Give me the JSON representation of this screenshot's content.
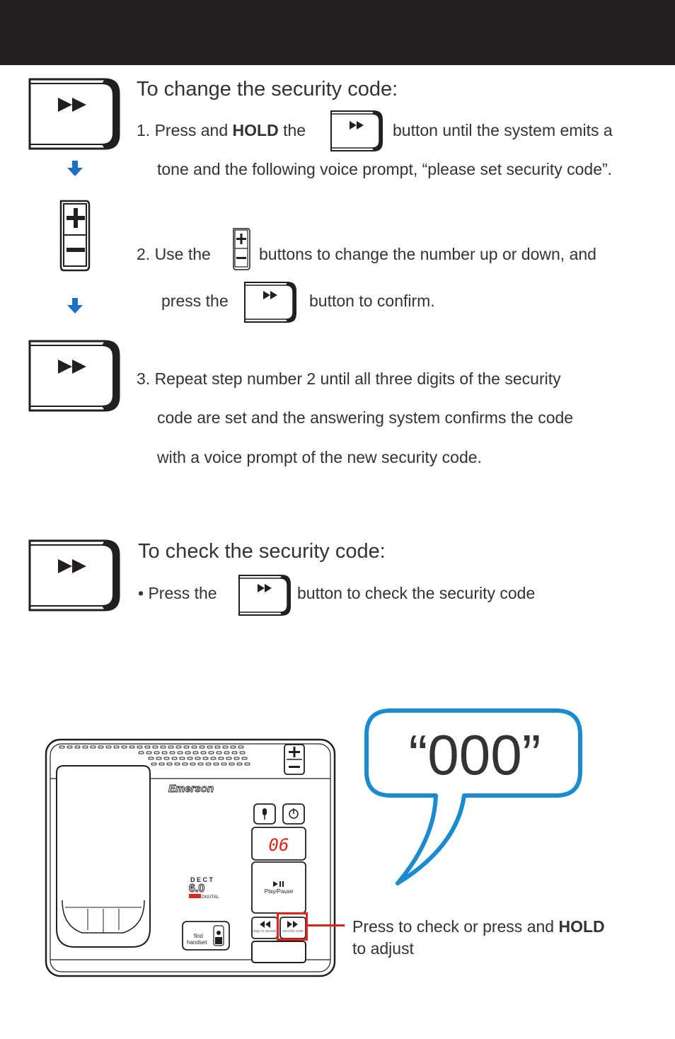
{
  "section1": {
    "heading": "To change the security code:",
    "step1": {
      "prefix": "1. Press and ",
      "bold": "HOLD",
      "mid": " the",
      "suffix": "button until the system emits a",
      "line2": "tone and the following voice prompt, “please set security code”."
    },
    "step2": {
      "prefix": "2. Use the",
      "suffix": "buttons to change the number up or down, and",
      "line2_prefix": "press the",
      "line2_suffix": "button to confirm."
    },
    "step3": {
      "line1": "3. Repeat step number 2 until all three digits of the security",
      "line2": "code are set and the answering system confirms the code",
      "line3": "with a voice prompt of the new security code."
    }
  },
  "section2": {
    "heading": "To check the security code:",
    "bullet_prefix": "• Press the",
    "bullet_suffix": "button to check the security code"
  },
  "device": {
    "brand": "Emerson",
    "display_value": "06",
    "dect_letters": "D E C T",
    "dect_version": "6.0",
    "dect_digital": "DIGITAL",
    "play_label": "Play/Pause",
    "find_handset": [
      "find",
      "handset"
    ],
    "rings_label": "rings to answer",
    "security_label": "security code"
  },
  "speech_bubble": {
    "text": "“000”"
  },
  "callout": {
    "prefix": "Press to check or press and ",
    "bold": "HOLD",
    "line2": "to adjust"
  },
  "colors": {
    "accent_blue": "#1a8bd0",
    "highlight_red": "#e2231a",
    "topbar": "#231f20"
  },
  "icons": [
    "fast-forward-button-icon",
    "plus-minus-button-icon",
    "down-arrow-icon",
    "microphone-icon",
    "power-icon"
  ]
}
